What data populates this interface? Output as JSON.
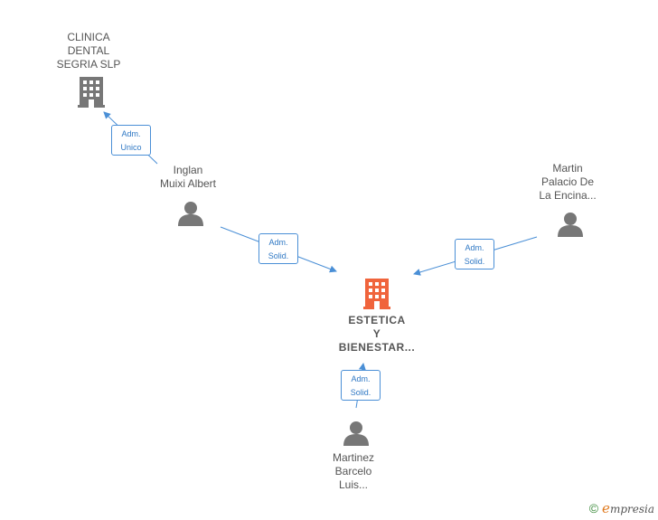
{
  "nodes": {
    "clinica": {
      "lines": [
        "CLINICA",
        "DENTAL",
        "SEGRIA SLP"
      ],
      "type": "company"
    },
    "inglan": {
      "lines": [
        "Inglan",
        "Muixi Albert"
      ],
      "type": "person"
    },
    "martin": {
      "lines": [
        "Martin",
        "Palacio De",
        "La Encina..."
      ],
      "type": "person"
    },
    "estetica": {
      "lines": [
        "ESTETICA",
        "Y",
        "BIENESTAR..."
      ],
      "type": "company-main"
    },
    "martinez": {
      "lines": [
        "Martinez",
        "Barcelo",
        "Luis..."
      ],
      "type": "person"
    }
  },
  "edges": [
    {
      "from": "inglan",
      "to": "clinica",
      "role": [
        "Adm.",
        "Unico"
      ]
    },
    {
      "from": "inglan",
      "to": "estetica",
      "role": [
        "Adm.",
        "Solid."
      ]
    },
    {
      "from": "martin",
      "to": "estetica",
      "role": [
        "Adm.",
        "Solid."
      ]
    },
    {
      "from": "martinez",
      "to": "estetica",
      "role": [
        "Adm.",
        "Solid."
      ]
    }
  ],
  "colors": {
    "company": "#777777",
    "company_main": "#f0643c",
    "person": "#777777",
    "edge": "#4a8fd6",
    "text": "#555555"
  },
  "footer": {
    "copyright": "©",
    "brand_initial": "e",
    "brand_rest": "mpresia"
  }
}
